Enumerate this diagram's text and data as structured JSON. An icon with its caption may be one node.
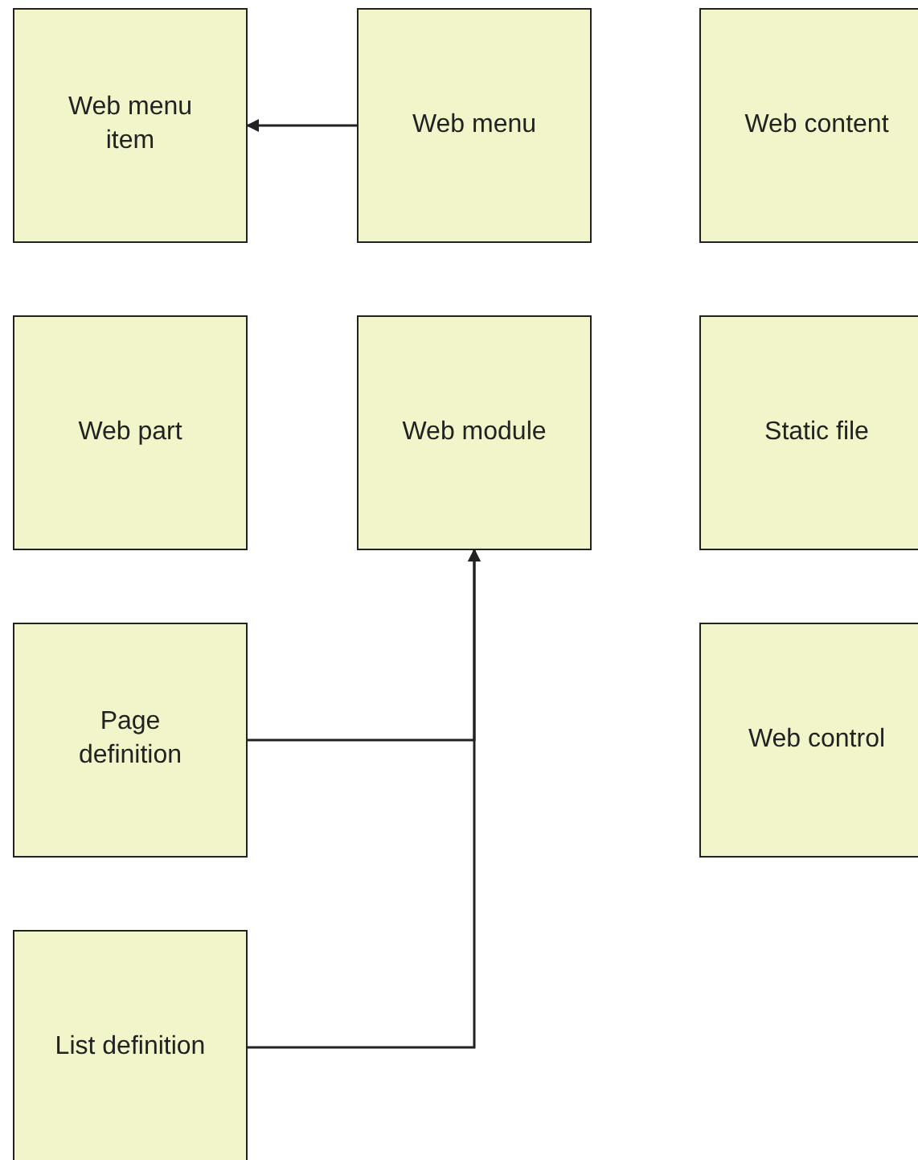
{
  "diagram": {
    "nodes": [
      {
        "text": [
          "Web menu item"
        ]
      },
      {
        "text": [
          "Web menu"
        ]
      },
      {
        "text": [
          "Web content"
        ]
      },
      {
        "text": [
          "Web part"
        ]
      },
      {
        "text": [
          "Web module"
        ]
      },
      {
        "text": [
          "Static file"
        ]
      },
      {
        "text": [
          "Page definition"
        ]
      },
      {
        "text": [
          "Web control"
        ]
      },
      {
        "text": [
          "List definition"
        ]
      }
    ],
    "edges": [
      {
        "from": 1,
        "to": 0,
        "arrow": "to"
      },
      {
        "from": 6,
        "to": 4,
        "arrow": "to"
      },
      {
        "from": 8,
        "to": 4,
        "arrow": "to"
      }
    ]
  }
}
